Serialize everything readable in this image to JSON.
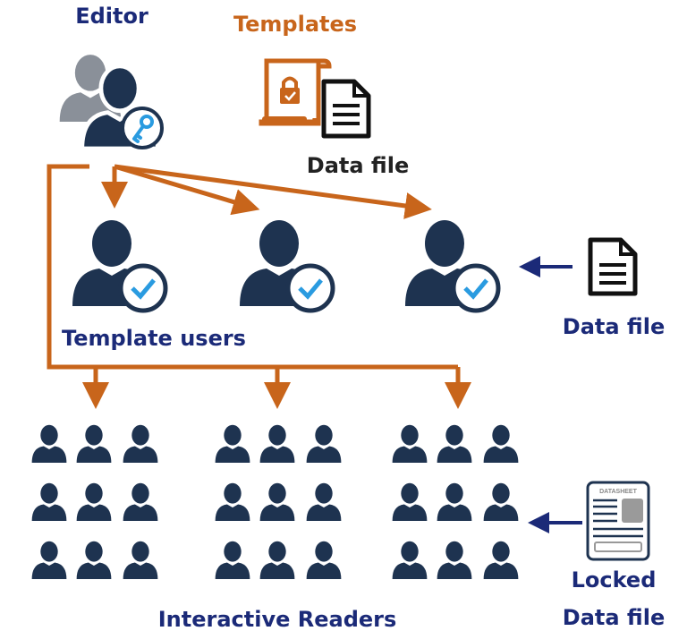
{
  "labels": {
    "editor": "Editor",
    "templates": "Templates",
    "data_file_top": "Data file",
    "template_users": "Template users",
    "data_file_right": "Data file",
    "interactive_readers": "Interactive Readers",
    "locked_line1": "Locked",
    "locked_line2": "Data file",
    "datasheet": "DATASHEET"
  },
  "colors": {
    "navy": "#1b2a78",
    "person": "#1e3350",
    "orange": "#c8651b",
    "grey": "#8a9099",
    "check": "#2a9be0"
  }
}
